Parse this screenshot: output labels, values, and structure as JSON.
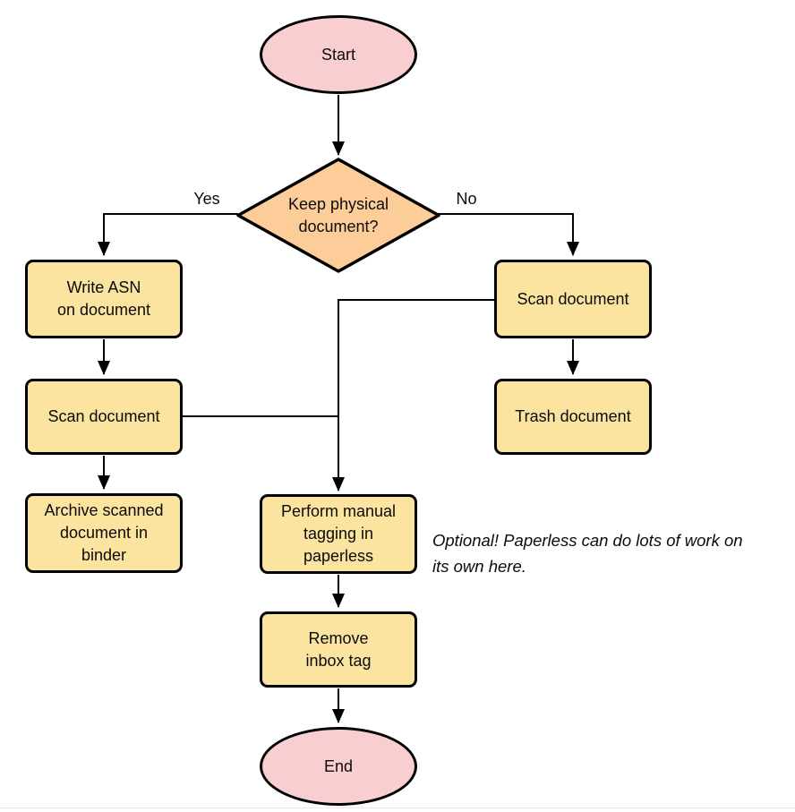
{
  "diagram": {
    "type": "flowchart",
    "background": "#ffffff",
    "colors": {
      "terminator_fill": "#f8ced0",
      "decision_fill": "#fdcd99",
      "process_fill": "#fbe3a0",
      "stroke": "#000000",
      "text": "#0b0b0b"
    },
    "nodes": {
      "start": {
        "label": "Start",
        "type": "terminator"
      },
      "decision": {
        "label": "Keep physical\ndocument?",
        "type": "decision"
      },
      "write_asn": {
        "label": "Write ASN\non document",
        "type": "process"
      },
      "scan_left": {
        "label": "Scan document",
        "type": "process"
      },
      "archive": {
        "label": "Archive scanned\ndocument in\nbinder",
        "type": "process"
      },
      "scan_right": {
        "label": "Scan document",
        "type": "process"
      },
      "trash": {
        "label": "Trash document",
        "type": "process"
      },
      "perform_tagging": {
        "label": "Perform manual\ntagging in\npaperless",
        "type": "process"
      },
      "remove_inbox": {
        "label": "Remove\ninbox tag",
        "type": "process"
      },
      "end": {
        "label": "End",
        "type": "terminator"
      }
    },
    "edge_labels": {
      "yes": "Yes",
      "no": "No"
    },
    "note": {
      "text": "Optional! Paperless can do lots of work on\nits own here."
    }
  }
}
